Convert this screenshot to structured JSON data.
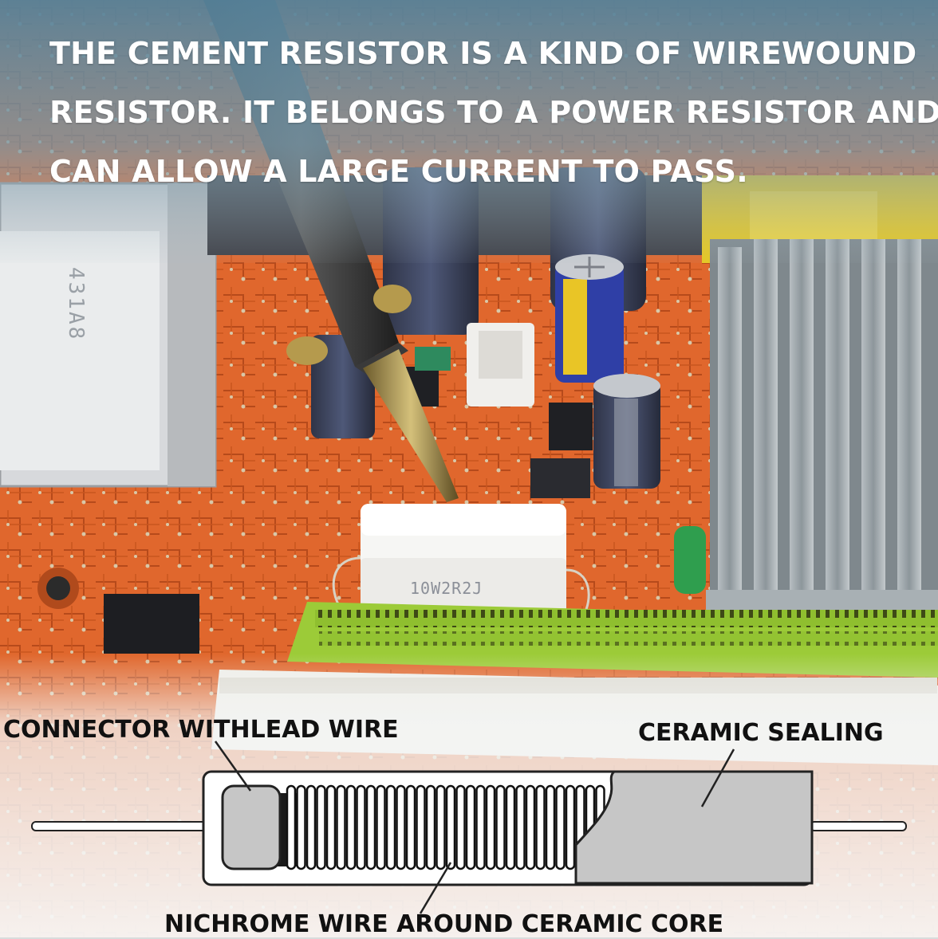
{
  "headline": {
    "lines": [
      "THE CEMENT RESISTOR IS A KIND OF WIREWOUND",
      "RESISTOR. IT BELONGS TO A POWER RESISTOR AND",
      "CAN ALLOW A LARGE CURRENT TO PASS."
    ]
  },
  "photo": {
    "resistor_marking": "10W2R2J",
    "board_marking": "431A8"
  },
  "diagram": {
    "labels": {
      "connector": "CONNECTOR WITHLEAD WIRE",
      "ceramic": "CERAMIC SEALING",
      "nichrome": "NICHROME WIRE AROUND CERAMIC CORE"
    }
  },
  "colors": {
    "pcb": "#e0672d",
    "pci_slot": "#9ccb38",
    "heatsink": "#9aa3a8",
    "overlay_blue": "#5f8aa0",
    "text_light": "#ffffff",
    "text_dark": "#111111"
  }
}
